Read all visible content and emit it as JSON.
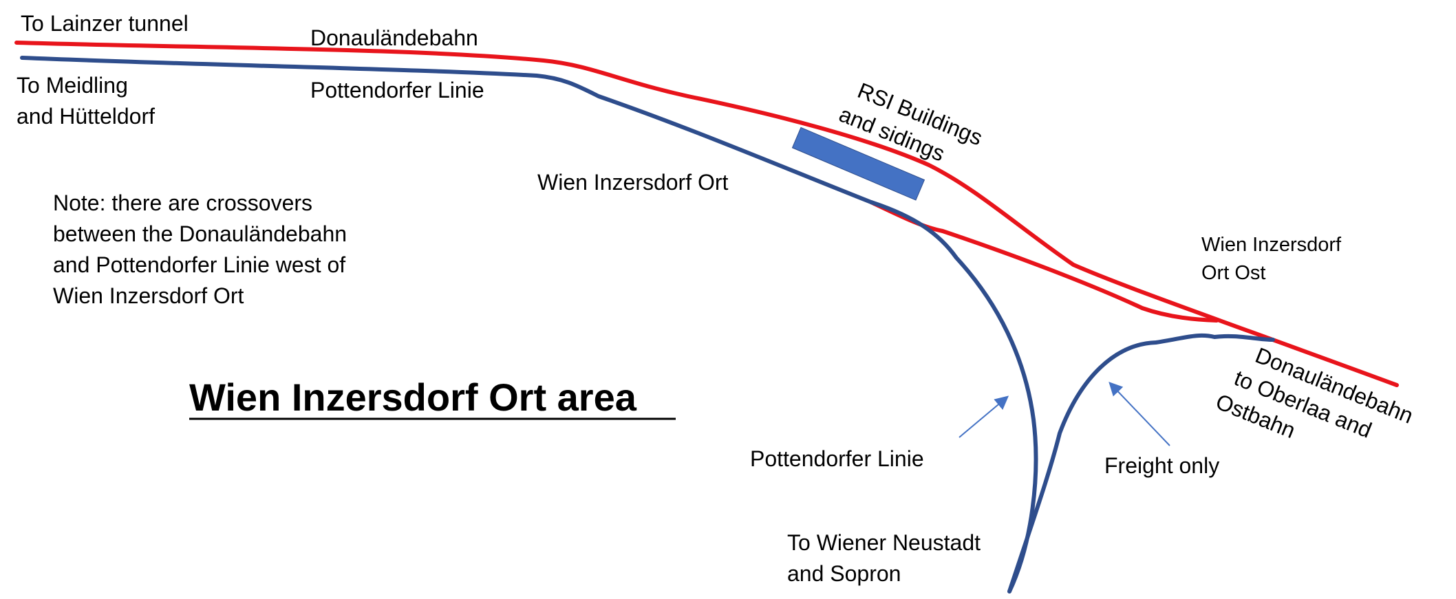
{
  "title": "Wien Inzersdorf Ort area",
  "labels": {
    "to_lainzer": "To Lainzer tunnel",
    "to_meidling_1": "To Meidling",
    "to_meidling_2": "and Hütteldorf",
    "donaulaendebahn_top": "Donauländebahn",
    "pottendorfer_top": "Pottendorfer Linie",
    "rsi_1": "RSI Buildings",
    "rsi_2": "and sidings",
    "inzersdorf_ort": "Wien Inzersdorf Ort",
    "ort_ost_1": "Wien Inzersdorf",
    "ort_ost_2": "Ort Ost",
    "donau_east_1": "Donauländebahn",
    "donau_east_2": "to Oberlaa and",
    "donau_east_3": "Ostbahn",
    "pottendorfer_bottom": "Pottendorfer Linie",
    "freight_only": "Freight only",
    "to_wiener_1": "To Wiener Neustadt",
    "to_wiener_2": "and Sopron"
  },
  "note": [
    "Note: there are crossovers",
    "between the  Donauländebahn",
    "and Pottendorfer Linie west of",
    "Wien Inzersdorf Ort"
  ],
  "colors": {
    "donaulaendebahn": "#e8141b",
    "pottendorfer": "#2e4d8c",
    "station_block": "#4472c4",
    "arrow": "#4472c4"
  }
}
